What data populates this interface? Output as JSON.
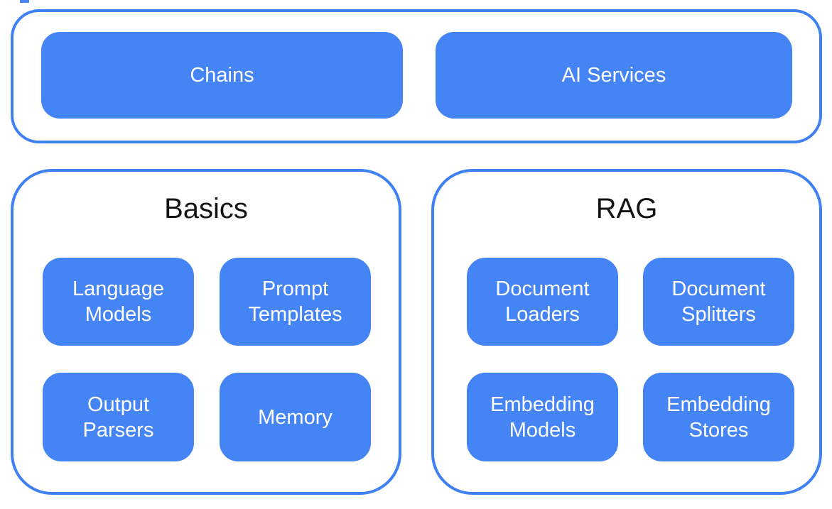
{
  "diagram": {
    "description": "Framework components diagram",
    "colors": {
      "node_fill": "#4584f4",
      "container_border": "#3f80f3",
      "node_text": "#ffffff",
      "title_text": "#141414",
      "background": "#ffffff"
    },
    "top_section": {
      "items": [
        {
          "label": "Chains"
        },
        {
          "label": "AI Services"
        }
      ]
    },
    "sections": [
      {
        "title": "Basics",
        "items": [
          {
            "label": "Language Models"
          },
          {
            "label": "Prompt Templates"
          },
          {
            "label": "Output Parsers"
          },
          {
            "label": "Memory"
          }
        ]
      },
      {
        "title": "RAG",
        "items": [
          {
            "label": "Document Loaders"
          },
          {
            "label": "Document Splitters"
          },
          {
            "label": "Embedding Models"
          },
          {
            "label": "Embedding Stores"
          }
        ]
      }
    ]
  }
}
